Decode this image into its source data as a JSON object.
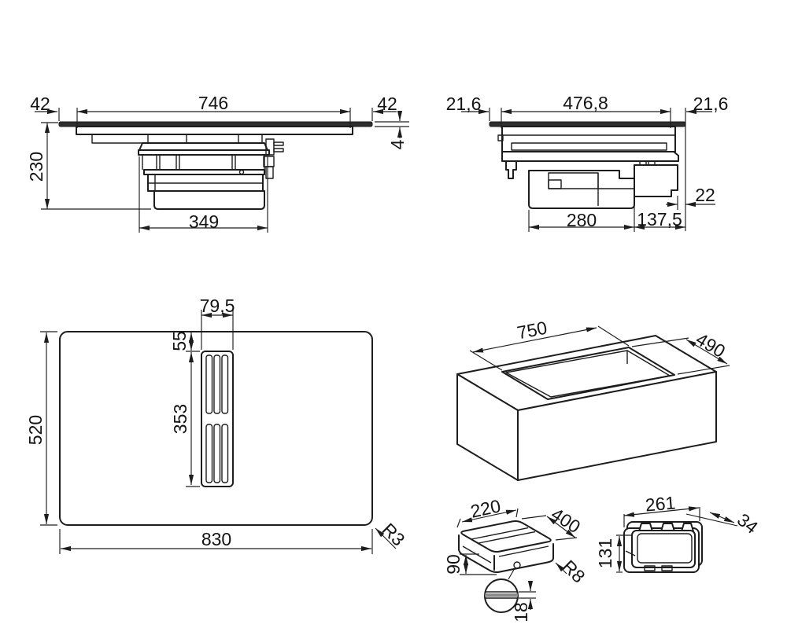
{
  "page": {
    "background": "#ffffff",
    "line_color": "#1d1d1d",
    "text_color": "#141414",
    "section_gray": "#8a8a8a"
  },
  "views": {
    "front_elevation": {
      "label": "front-elevation",
      "dims": {
        "overhang_left": "42",
        "top_width": "746",
        "overhang_right": "42",
        "glass_thickness": "4",
        "total_height": "230",
        "lower_unit_width": "349"
      }
    },
    "side_elevation": {
      "label": "side-elevation",
      "dims": {
        "overhang_left": "21,6",
        "top_width": "476,8",
        "overhang_right": "21,6",
        "rear_offset": "22",
        "lower_unit_width": "280",
        "lower_unit_offset": "137,5"
      }
    },
    "plan_view": {
      "label": "plan-view",
      "dims": {
        "grille_width": "79,5",
        "grille_top_offset": "55",
        "grille_length": "353",
        "hob_depth": "520",
        "hob_width": "830",
        "corner_radius": "R3"
      }
    },
    "cutout_view": {
      "label": "worktop-cutout",
      "dims": {
        "cutout_length": "750",
        "cutout_depth": "490"
      }
    },
    "duct_view": {
      "label": "duct-adapter",
      "dims": {
        "width": "220",
        "length": "400",
        "height": "90",
        "corner_radius": "R8",
        "wall_thickness": "18"
      }
    },
    "flange_view": {
      "label": "outlet-flange",
      "dims": {
        "width": "261",
        "depth": "34",
        "height": "131"
      }
    }
  }
}
